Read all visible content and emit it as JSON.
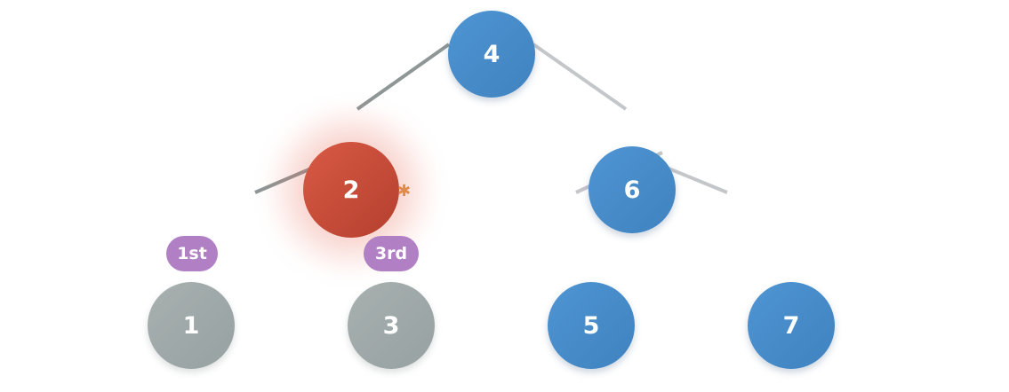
{
  "tree": {
    "nodes": [
      {
        "id": "4",
        "label": "4",
        "state": "blue"
      },
      {
        "id": "2",
        "label": "2",
        "state": "active"
      },
      {
        "id": "6",
        "label": "6",
        "state": "blue"
      },
      {
        "id": "1",
        "label": "1",
        "state": "visited"
      },
      {
        "id": "3",
        "label": "3",
        "state": "visited"
      },
      {
        "id": "5",
        "label": "5",
        "state": "blue"
      },
      {
        "id": "7",
        "label": "7",
        "state": "blue"
      }
    ],
    "badges": [
      {
        "node": "1",
        "label": "1st"
      },
      {
        "node": "3",
        "label": "3rd"
      }
    ]
  },
  "colors": {
    "node_default": "#4a8fcf",
    "node_active": "#c94b36",
    "node_visited": "#a3abab",
    "badge": "#b07fc4",
    "edge_dark": "#8f9696",
    "edge_light": "#c3c7c9"
  },
  "icons": {
    "spark": "sparkle-icon"
  }
}
